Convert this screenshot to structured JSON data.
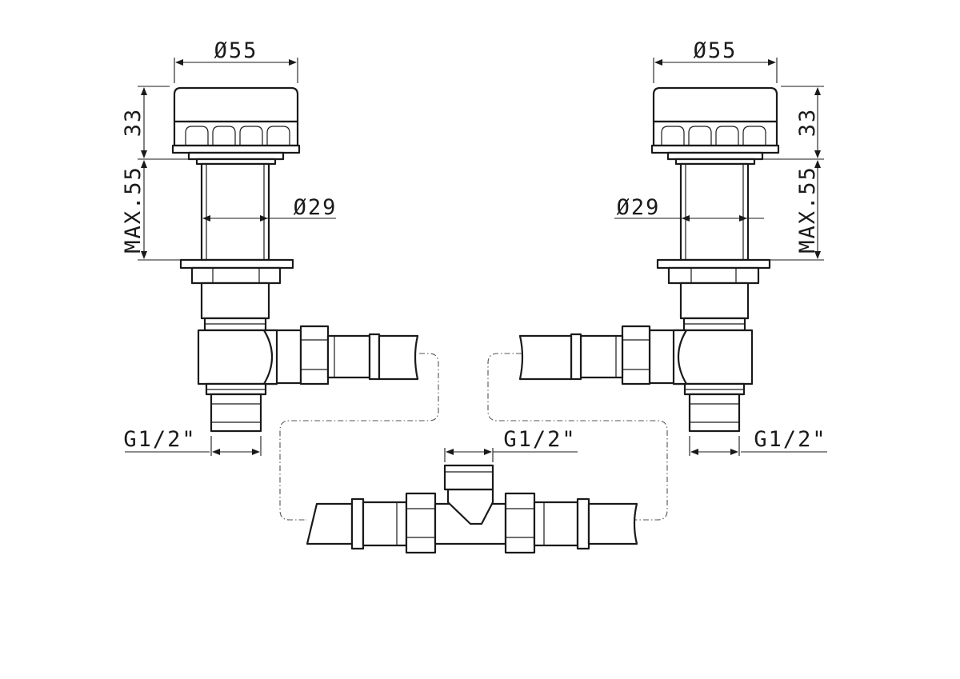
{
  "diagram": {
    "left_valve": {
      "cap_diameter": "Ø55",
      "cap_height": "33",
      "stem_length": "MAX.55",
      "stem_diameter": "Ø29",
      "outlet_thread": "G1/2\""
    },
    "right_valve": {
      "cap_diameter": "Ø55",
      "cap_height": "33",
      "stem_length": "MAX.55",
      "stem_diameter": "Ø29",
      "outlet_thread": "G1/2\""
    },
    "tee_fitting": {
      "outlet_thread": "G1/2\""
    }
  }
}
